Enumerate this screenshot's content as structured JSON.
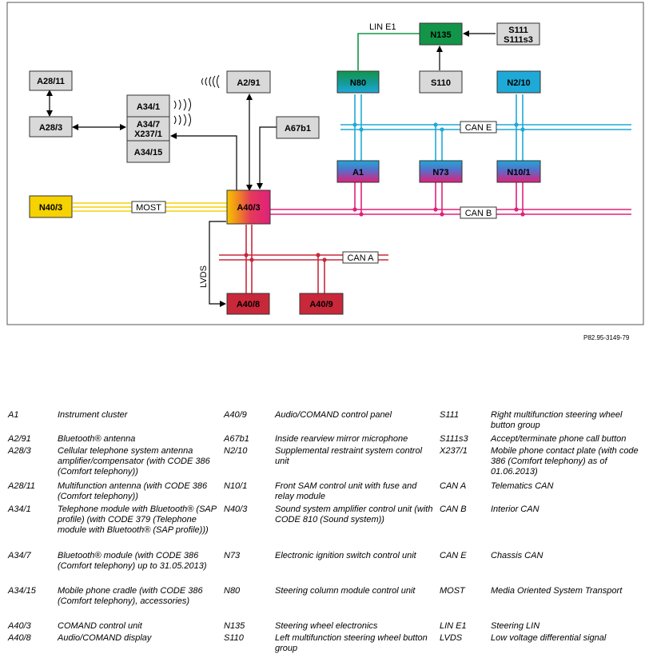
{
  "diagram": {
    "blocks": {
      "a28_11": "A28/11",
      "a28_3": "A28/3",
      "a34_1": "A34/1",
      "a34_7": "A34/7",
      "x237_1": "X237/1",
      "a34_15": "A34/15",
      "a2_91": "A2/91",
      "a67b1": "A67b1",
      "n40_3": "N40/3",
      "a40_3": "A40/3",
      "a40_8": "A40/8",
      "a40_9": "A40/9",
      "n80": "N80",
      "n135": "N135",
      "s111": "S111",
      "s111s3": "S111s3",
      "s110": "S110",
      "n2_10": "N2/10",
      "a1": "A1",
      "n73": "N73",
      "n10_1": "N10/1"
    },
    "buses": {
      "most": "MOST",
      "can_a": "CAN A",
      "can_b": "CAN B",
      "can_e": "CAN E",
      "lin_e1": "LIN E1",
      "lvds": "LVDS"
    },
    "colors": {
      "gray_block": "#d9d9d9",
      "most_yellow": "#f5d200",
      "can_b_magenta": "#e0207a",
      "can_e_cyan": "#1fa9d6",
      "can_a_red": "#c8283a",
      "lin_green": "#129548"
    }
  },
  "figure_ref": "P82.95-3149-79",
  "legend": [
    {
      "code": "A1",
      "desc": "Instrument cluster"
    },
    {
      "code": "A2/91",
      "desc": "Bluetooth® antenna"
    },
    {
      "code": "A28/3",
      "desc": "Cellular telephone system antenna amplifier/compensator (with CODE 386 (Comfort telephony))"
    },
    {
      "code": "A28/11",
      "desc": "Multifunction antenna (with CODE 386 (Comfort telephony))"
    },
    {
      "code": "A34/1",
      "desc": "Telephone module with Bluetooth® (SAP profile) (with CODE 379 (Telephone module with Bluetooth® (SAP profile)))"
    },
    {
      "code": "A34/7",
      "desc": "Bluetooth® module (with CODE 386 (Comfort telephony) up to 31.05.2013)"
    },
    {
      "code": "A34/15",
      "desc": "Mobile phone cradle (with CODE 386 (Comfort telephony), accessories)"
    },
    {
      "code": "A40/3",
      "desc": "COMAND control unit"
    },
    {
      "code": "A40/8",
      "desc": "Audio/COMAND display"
    },
    {
      "code": "A40/9",
      "desc": "Audio/COMAND control panel"
    },
    {
      "code": "A67b1",
      "desc": "Inside rearview mirror microphone"
    },
    {
      "code": "N2/10",
      "desc": "Supplemental restraint system control unit"
    },
    {
      "code": "N10/1",
      "desc": "Front SAM control unit with fuse and relay module"
    },
    {
      "code": "N40/3",
      "desc": "Sound system amplifier control unit (with CODE 810 (Sound system))"
    },
    {
      "code": "N73",
      "desc": "Electronic ignition switch control unit"
    },
    {
      "code": "N80",
      "desc": "Steering column module control unit"
    },
    {
      "code": "N135",
      "desc": "Steering wheel electronics"
    },
    {
      "code": "S110",
      "desc": "Left multifunction steering wheel button group"
    },
    {
      "code": "S111",
      "desc": "Right multifunction steering wheel button group"
    },
    {
      "code": "S111s3",
      "desc": "Accept/terminate phone call button"
    },
    {
      "code": "X237/1",
      "desc": "Mobile phone contact plate (with code 386 (Comfort telephony) as of 01.06.2013)"
    },
    {
      "code": "CAN A",
      "desc": "Telematics CAN"
    },
    {
      "code": "CAN B",
      "desc": "Interior CAN"
    },
    {
      "code": "CAN E",
      "desc": "Chassis CAN"
    },
    {
      "code": "MOST",
      "desc": "Media Oriented System Transport"
    },
    {
      "code": "LIN E1",
      "desc": "Steering LIN"
    },
    {
      "code": "LVDS",
      "desc": "Low voltage differential signal"
    }
  ]
}
